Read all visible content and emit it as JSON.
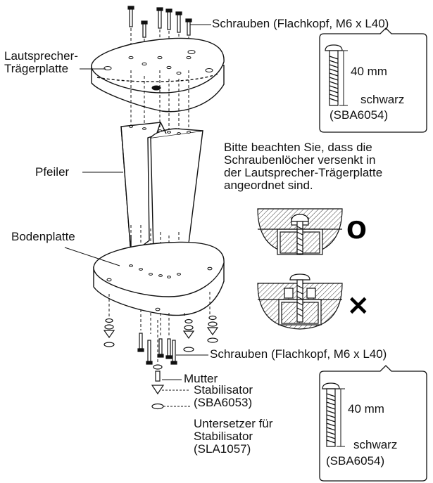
{
  "labels": {
    "screws_top": "Schrauben (Flachkopf, M6 x L40)",
    "speaker_plate_line1": "Lautsprecher-",
    "speaker_plate_line2": "Trägerplatte",
    "pillar": "Pfeiler",
    "base_plate": "Bodenplatte",
    "screws_bottom": "Schrauben (Flachkopf, M6 x L40)",
    "nut": "Mutter",
    "stabilizer": "Stabilisator",
    "stabilizer_part": "(SBA6053)",
    "coaster_line1": "Untersetzer für",
    "coaster_line2": "Stabilisator",
    "coaster_part": "(SLA1057)"
  },
  "callout_top": {
    "length": "40 mm",
    "color": "schwarz",
    "part": "(SBA6054)"
  },
  "callout_bottom": {
    "length": "40 mm",
    "color": "schwarz",
    "part": "(SBA6054)"
  },
  "note": {
    "line1": "Bitte beachten Sie, dass die",
    "line2": "Schraubenlöcher versenkt in",
    "line3": "der Lautsprecher-Trägerplatte",
    "line4": "angeordnet sind."
  },
  "marks": {
    "correct": "O",
    "wrong": "×"
  },
  "colors": {
    "line": "#111111",
    "background": "#ffffff",
    "hatch": "#333333"
  }
}
